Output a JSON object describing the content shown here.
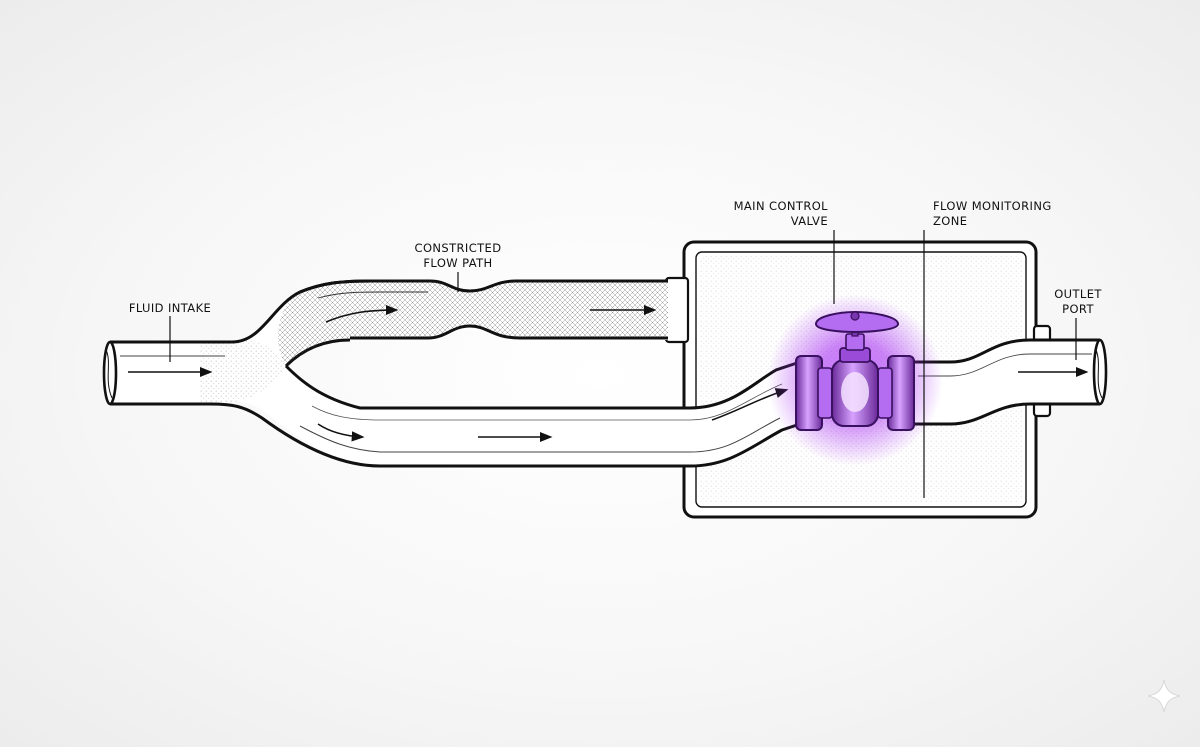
{
  "labels": {
    "fluid_intake": "FLUID INTAKE",
    "constricted_line1": "CONSTRICTED",
    "constricted_line2": "FLOW PATH",
    "valve_line1": "MAIN CONTROL",
    "valve_line2": "VALVE",
    "monitor_line1": "FLOW MONITORING",
    "monitor_line2": "ZONE",
    "outlet_line1": "OUTLET",
    "outlet_line2": "PORT"
  },
  "colors": {
    "ink": "#111111",
    "pipe_fill": "#ffffff",
    "valve_glow": "#a020f0",
    "valve_body": "#b46cf0",
    "valve_dark": "#5a1f86"
  },
  "icons": {
    "corner_mark": "sparkle-icon"
  }
}
